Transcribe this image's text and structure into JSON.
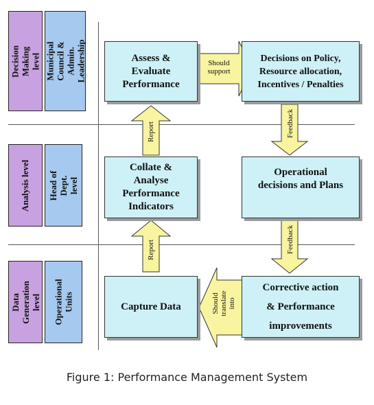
{
  "levels": [
    {
      "level": "Decision Making level",
      "owner": "Municipal Council & Admin. Leadership"
    },
    {
      "level": "Analysis level",
      "owner": "Head of Dept. level"
    },
    {
      "level": "Data Generation level",
      "owner": "Operational Units"
    }
  ],
  "boxes": {
    "assess": [
      "Assess &",
      "Evaluate",
      "Performance"
    ],
    "decisions": [
      "Decisions on Policy,",
      "Resource allocation,",
      "Incentives / Penalties"
    ],
    "collate": [
      "Collate &",
      "Analyse",
      "Performance",
      "Indicators"
    ],
    "operational": [
      "Operational",
      "decisions and Plans"
    ],
    "capture": [
      "Capture Data"
    ],
    "corrective": [
      "Corrective action",
      "& Performance",
      "improvements"
    ]
  },
  "arrows": {
    "should_support": [
      "Should",
      "support"
    ],
    "feedback_top": "Feedback",
    "report_top": "Report",
    "feedback_bottom": "Feedback",
    "report_bottom": "Report",
    "should_translate": [
      "Should",
      "translate",
      "into"
    ]
  },
  "caption": "Figure 1: Performance Management System",
  "colors": {
    "level_label": "#c8a2e0",
    "level_owner": "#a6c9ef",
    "process_box": "#cdf1f6",
    "arrow_fill": "#f8f4a0"
  }
}
